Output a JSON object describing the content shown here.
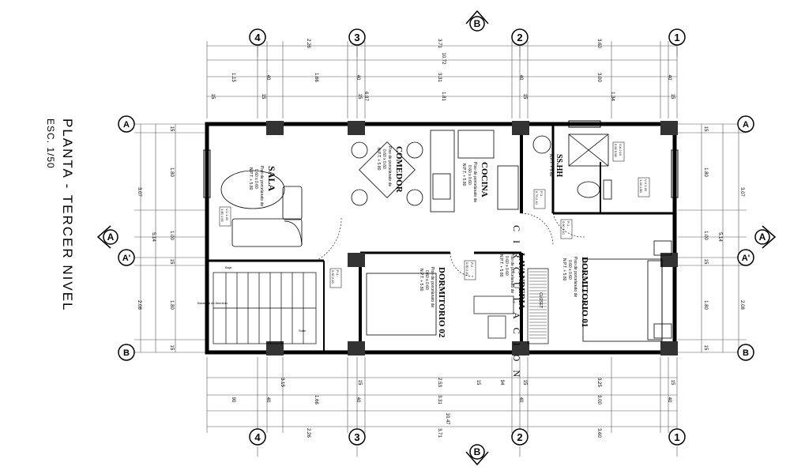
{
  "title": {
    "main": "PLANTA - TERCER NIVEL",
    "scale": "ESC. 1/50"
  },
  "axes_vertical": [
    "4",
    "3",
    "2",
    "1"
  ],
  "axes_horizontal": [
    "A",
    "A'",
    "B"
  ],
  "section_marks": {
    "top": "B",
    "bottom": "B",
    "left": "A",
    "right": "A"
  },
  "dims": {
    "top_total": "10.72",
    "top_row1": [
      "2.26",
      "3.71",
      "3.60"
    ],
    "top_row2": [
      "1.15",
      "40",
      "1.66",
      "40",
      "3.31",
      "40",
      "3.00",
      "40"
    ],
    "top_row3": [
      "15",
      "15",
      "6.97",
      "15",
      "1.81",
      "15",
      "1.34",
      "15"
    ],
    "bottom_row1": [
      "3.15",
      "15",
      "2.53",
      "15",
      "94",
      "15",
      "3.25",
      "15"
    ],
    "bottom_row2": [
      "90",
      "40",
      "1.66",
      "40",
      "3.31",
      "40",
      "3.00",
      "40"
    ],
    "bottom_total": "10.47",
    "bottom_row3": [
      "2.26",
      "3.71",
      "3.60"
    ],
    "left_outer": [
      "3.07",
      "2.08"
    ],
    "left_total": "5.14",
    "left_inner": [
      "15",
      "1.80",
      "1.00",
      "15",
      "1.80",
      "15"
    ],
    "right_outer": [
      "3.07",
      "2.08"
    ],
    "right_total": "5.14",
    "right_inner": [
      "15",
      "1.80",
      "1.00",
      "15",
      "1.80",
      "15"
    ]
  },
  "rooms": {
    "sala": {
      "name": "SALA",
      "floor": "Piso de porcelanato de",
      "size": "0.60 x 0.60",
      "npt": "N.P.T. + 5.80"
    },
    "comedor": {
      "name": "COMEDOR",
      "floor": "Piso de porcelanato de",
      "size": "0.60 x 0.60",
      "npt": "N.P.T. + 5.80"
    },
    "cocina": {
      "name": "COCINA",
      "floor": "Piso de porcelanato de",
      "size": "0.60 x 0.60",
      "npt": "N.P.T. + 5.80"
    },
    "sshh": {
      "name": "SS.HH",
      "npt": "N.P.T. + 5.80"
    },
    "circulacion": {
      "name": "CIRCULACION"
    },
    "lavanderia": {
      "name": "LAVANDERIA",
      "floor": "Piso de porcelanato de",
      "size": "0.60 x 0.60",
      "npt": "N.P.T. + 5.80"
    },
    "dormitorio01": {
      "name": "DORMITORIO 01",
      "floor": "Piso de porcelanato de",
      "size": "0.60 x 0.60",
      "npt": "N.P.T. + 5.80"
    },
    "dormitorio02": {
      "name": "DORMITORIO 02",
      "floor": "Piso de porcelanato de",
      "size": "0.60 x 0.60",
      "npt": "N.P.T. + 5.80"
    }
  },
  "openings": {
    "v1": [
      "V-1  1.20",
      "1.80  1.00"
    ],
    "v3": [
      "V-3  1.20",
      "1.34  1.80"
    ],
    "va": [
      "V-A  2.10",
      "0.90  0.50"
    ],
    "p3": [
      "P-3  -",
      "0.70  2.10"
    ],
    "p1_sshh": [
      "P-1  -",
      "0.90  2.10"
    ],
    "p2": [
      "P-2  -",
      "0.90  2.10"
    ],
    "p1_stair": [
      "P-1  -",
      "0.90  2.10"
    ]
  },
  "labels": {
    "closet": "CLOSET",
    "barandal": "Barandal de Aluminio",
    "stairs_up": "Sube",
    "stairs_down": "Baja"
  }
}
